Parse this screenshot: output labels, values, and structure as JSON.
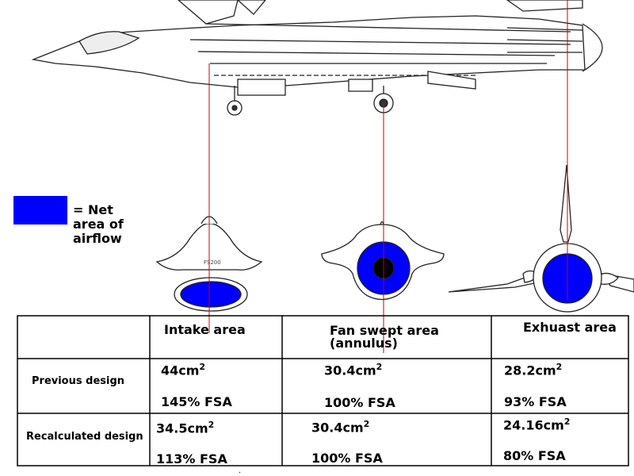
{
  "legend": {
    "color": "#0000ff",
    "text": "= Net\narea of\nairflow"
  },
  "diagram": {
    "intake_label": "FS200"
  },
  "table": {
    "headers": {
      "intake": "Intake area",
      "fan": "Fan swept area\n(annulus)",
      "exhaust": "Exhuast area"
    },
    "rows": [
      {
        "label": "Previous design",
        "intake_area": "44cm",
        "intake_pct": "145% FSA",
        "fan_area": "30.4cm",
        "fan_pct": "100% FSA",
        "exhaust_area": "28.2cm",
        "exhaust_pct": "93% FSA",
        "unit_exp": "2"
      },
      {
        "label": "Recalculated design",
        "intake_area": "34.5cm",
        "intake_pct": "113% FSA",
        "fan_area": "30.4cm",
        "fan_pct": "100% FSA",
        "exhaust_area": "24.16cm",
        "exhaust_pct": "80% FSA",
        "unit_exp": "2"
      }
    ]
  },
  "footer": {
    "mark": "."
  },
  "colors": {
    "airflow": "#0000ff",
    "leader_lines": "#cc0000"
  }
}
